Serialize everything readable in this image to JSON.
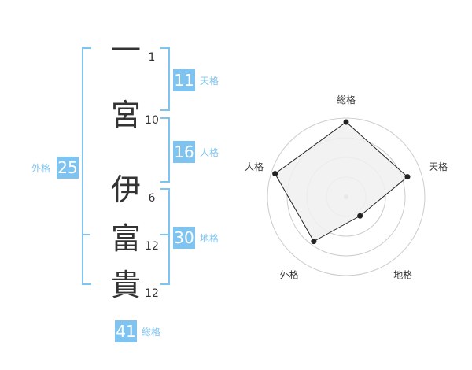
{
  "name": {
    "chars": [
      {
        "char": "一",
        "strokes": "1"
      },
      {
        "char": "宮",
        "strokes": "10"
      },
      {
        "char": "伊",
        "strokes": "6"
      },
      {
        "char": "富",
        "strokes": "12"
      },
      {
        "char": "貴",
        "strokes": "12"
      }
    ]
  },
  "fortunes": {
    "tenkaku": {
      "value": "11",
      "label": "天格"
    },
    "jinkaku": {
      "value": "16",
      "label": "人格"
    },
    "chikaku": {
      "value": "30",
      "label": "地格"
    },
    "gaikaku": {
      "value": "25",
      "label": "外格"
    },
    "soukaku": {
      "value": "41",
      "label": "総格"
    }
  },
  "radar": {
    "axes": [
      "総格",
      "天格",
      "地格",
      "外格",
      "人格"
    ],
    "values": [
      0.95,
      0.82,
      0.3,
      0.7,
      0.95
    ],
    "rings": 4,
    "colors": {
      "line": "#222222",
      "fill": "#f0f0f0",
      "ring": "#cccccc",
      "center": "#bbbbbb"
    }
  },
  "colors": {
    "accent": "#7fc4f0",
    "text": "#333333"
  }
}
